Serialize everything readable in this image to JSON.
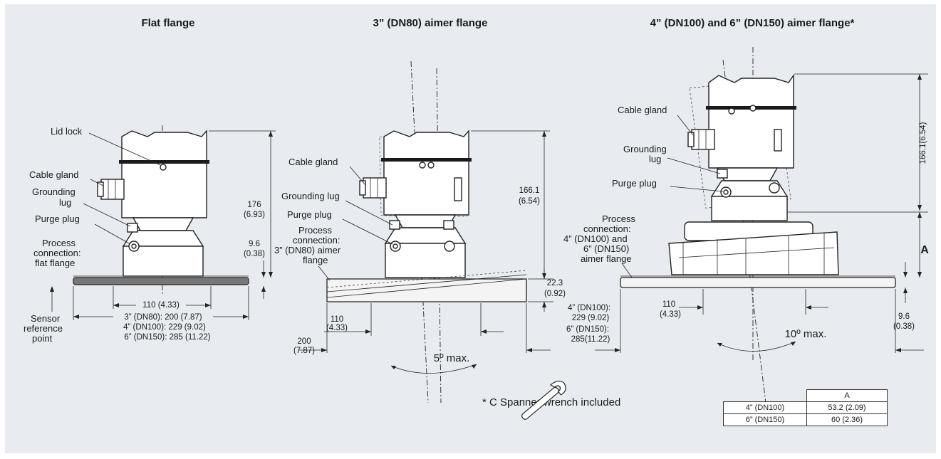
{
  "titles": {
    "flat": "Flat flange",
    "dn80": "3” (DN80) aimer flange",
    "dn100": "4” (DN100) and 6” (DN150) aimer flange*"
  },
  "labels": {
    "lid_lock": "Lid lock",
    "cable_gland": "Cable gland",
    "grounding": "Grounding",
    "lug": "lug",
    "grounding_lug": "Grounding lug",
    "purge_plug": "Purge plug",
    "process": "Process",
    "connection": "connection:",
    "flat_flange": "flat flange",
    "dn80_aimer_1": "3” (DN80) aimer",
    "dn80_aimer_2": "flange",
    "dn100_aimer_1": "4” (DN100) and",
    "dn100_aimer_2": "6” (DN150)",
    "dn100_aimer_3": "aimer flange",
    "sensor_ref_1": "Sensor",
    "sensor_ref_2": "reference",
    "sensor_ref_3": "point"
  },
  "dims": {
    "flat_176": "176",
    "flat_176_in": "(6.93)",
    "flat_96": "9.6",
    "flat_96_in": "(0.38)",
    "flat_110": "110 (4.33)",
    "flat_dn80": "3” (DN80): 200 (7.87)",
    "flat_dn100": "4” (DN100): 229 (9.02)",
    "flat_dn150": "6” (DN150): 285 (11.22)",
    "dn80_1661": "166.1",
    "dn80_1661_in": "(6.54)",
    "dn80_223": "22.3",
    "dn80_223_in": "(0.92)",
    "dn80_110": "110",
    "dn80_110_in": "(4.33)",
    "dn80_200": "200",
    "dn80_200_in": "(7.87)",
    "dn80_angle": "5º max.",
    "dn100_1661": "166.1(6.54)",
    "dn100_A": "A",
    "dn100_110": "110",
    "dn100_110_in": "(4.33)",
    "dn100_96": "9.6",
    "dn100_96_in": "(0.38)",
    "dn100_d1": "4” (DN100):",
    "dn100_d2": "229 (9.02)",
    "dn100_d3": "6” (DN150):",
    "dn100_d4": "285(11.22)",
    "dn100_angle": "10º max."
  },
  "footnote": "* C Spanner wrench included",
  "table": {
    "header": "A",
    "rows": [
      {
        "size": "4” (DN100)",
        "value": "53.2 (2.09)"
      },
      {
        "size": "6” (DN150)",
        "value": "60 (2.36)"
      }
    ]
  }
}
